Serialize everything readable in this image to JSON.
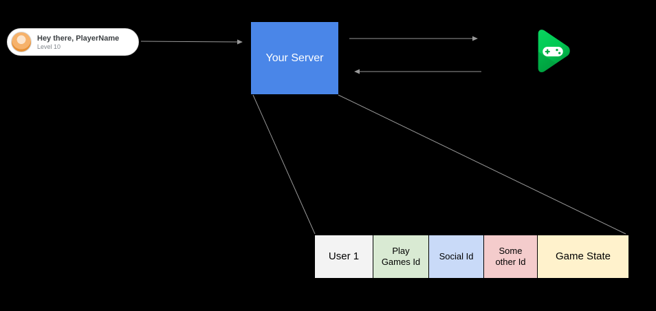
{
  "diagram": {
    "player_card": {
      "greeting": "Hey there, PlayerName",
      "level": "Level 10",
      "avatar_icon": "lion-avatar"
    },
    "server": {
      "label": "Your Server",
      "color": "#4a86e8"
    },
    "logo": {
      "icon": "google-play-games-logo",
      "green": "#00c853",
      "dark_green": "#00993c"
    },
    "connectors": {
      "color": "#999999"
    },
    "table": {
      "cells": [
        {
          "label": "User 1",
          "color": "#f3f3f3"
        },
        {
          "label": "Play Games Id",
          "color": "#d9ead3"
        },
        {
          "label": "Social Id",
          "color": "#c9daf8"
        },
        {
          "label": "Some other Id",
          "color": "#f4cccc"
        },
        {
          "label": "Game State",
          "color": "#fff2cc"
        }
      ]
    }
  }
}
